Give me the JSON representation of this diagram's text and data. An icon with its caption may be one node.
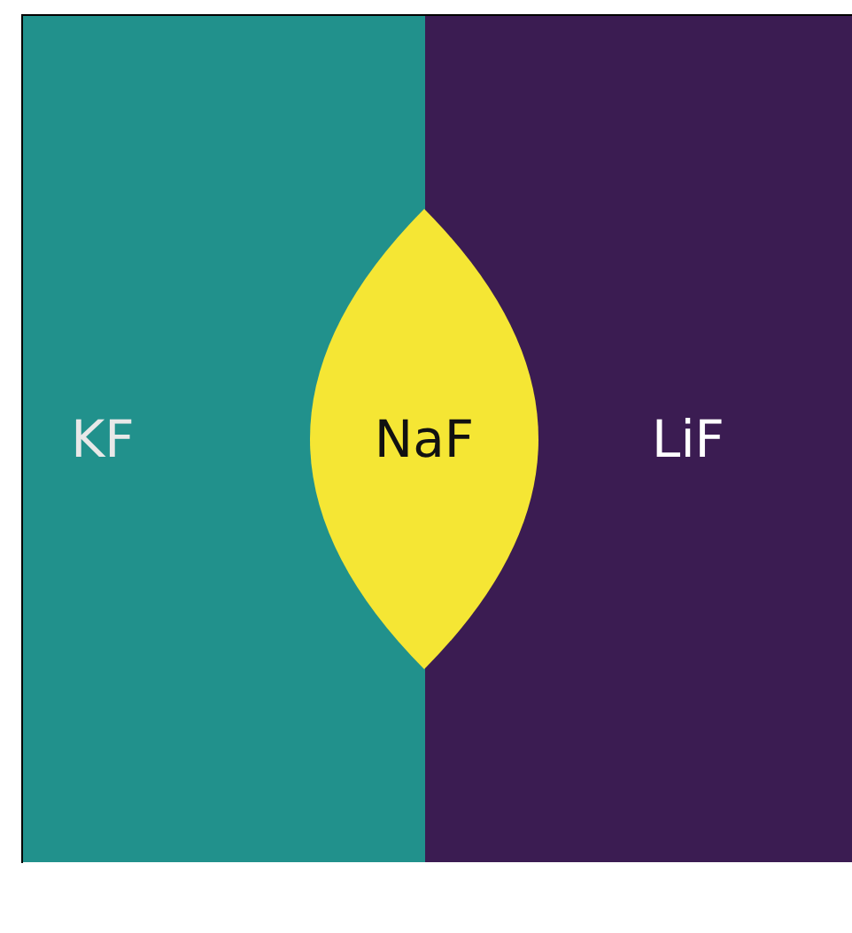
{
  "diagram": {
    "nodes": [
      {
        "text": [
          "KF"
        ]
      },
      {
        "text": [
          "NaF"
        ]
      },
      {
        "text": [
          "LiF"
        ]
      }
    ]
  }
}
